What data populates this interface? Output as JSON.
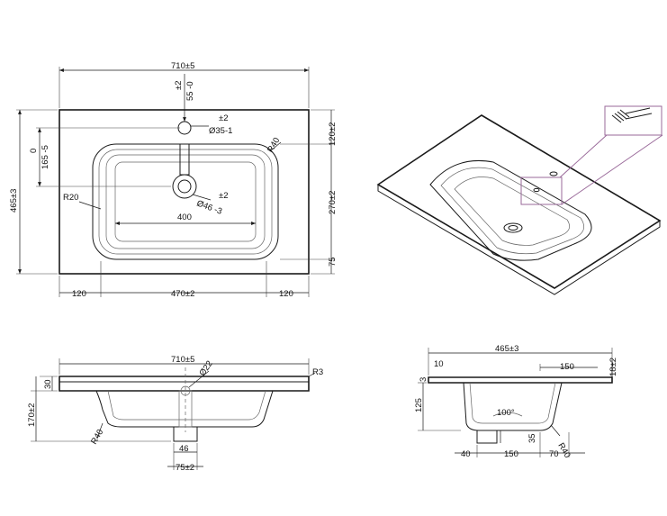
{
  "top_view": {
    "overall_width": "710±5",
    "tap_offset_tol": "±2",
    "tap_offset": "55 -0",
    "tap_hole_tol": "±2",
    "tap_hole": "Ø35-1",
    "rim_top": "120±2",
    "basin_length": "270±2",
    "rim_bottom": "75",
    "overall_depth": "465±3",
    "offset_tol_a": "0",
    "offset_tol_b": "165 -5",
    "corner_radius_outer": "R40",
    "corner_radius_inner": "R20",
    "drain_tol": "±2",
    "drain": "Ø46 -3",
    "basin_inner": "400",
    "side_left": "120",
    "basin_width": "470±2",
    "side_right": "120"
  },
  "front_view": {
    "overall_width": "710±5",
    "tap_hole": "Ø22",
    "edge_radius": "R3",
    "slab": "30",
    "height": "170±2",
    "bottom_radius": "R40",
    "waste_inner": "46",
    "waste_outer": "75±2"
  },
  "side_view": {
    "overall_depth": "465±3",
    "slab_top": "10",
    "slab": "3",
    "rear_offset": "150",
    "edge_thickness": "18±2",
    "height": "125",
    "angle": "100°",
    "waste_depth": "35",
    "bottom_radius": "R40",
    "bottom_left": "40",
    "bottom_mid": "150",
    "bottom_right": "70"
  }
}
